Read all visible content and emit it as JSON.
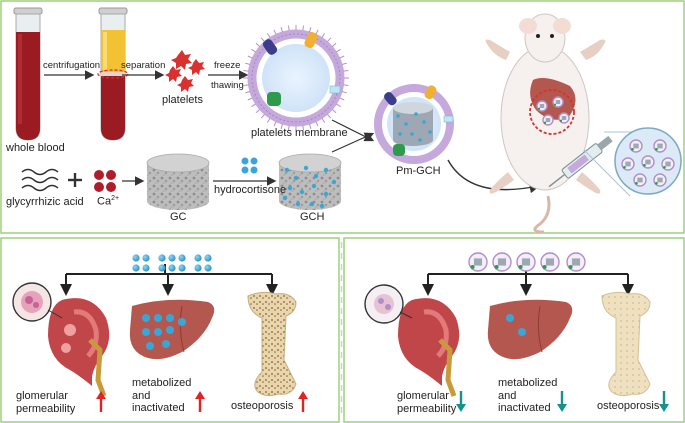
{
  "top": {
    "labels": {
      "whole_blood": "whole blood",
      "centrifugation": "centrifugation",
      "separation": "separation",
      "platelets": "platelets",
      "freeze": "freeze",
      "thawing": "thawing",
      "platelets_membrane": "platelets membrane",
      "glycyrrhizic_acid": "glycyrrhizic acid",
      "ca_base": "Ca",
      "ca_sup": "2+",
      "gc": "GC",
      "hydrocortisone": "hydrocortisone",
      "gch": "GCH",
      "pm_gch": "Pm-GCH"
    }
  },
  "bottom_left": {
    "glomerular": "glomerular",
    "permeability": "permeability",
    "metabolized": "metabolized",
    "and": "and",
    "inactivated": "inactivated",
    "osteoporosis": "osteoporosis",
    "trend": "up"
  },
  "bottom_right": {
    "glomerular": "glomerular",
    "permeability": "permeability",
    "metabolized": "metabolized",
    "and": "and",
    "inactivated": "inactivated",
    "osteoporosis": "osteoporosis",
    "trend": "down"
  },
  "colors": {
    "panel_border": "#9bd27a",
    "blood": "#9b1b22",
    "plasma": "#f2c232",
    "platelet": "#d8312f",
    "drug_dot": "#3aa6d8",
    "membrane": "#b08fc9",
    "kidney": "#c0464a",
    "liver": "#b3574f",
    "bone": "#e8d3a6",
    "up_arrow": "#e02424",
    "down_arrow": "#15928a"
  }
}
